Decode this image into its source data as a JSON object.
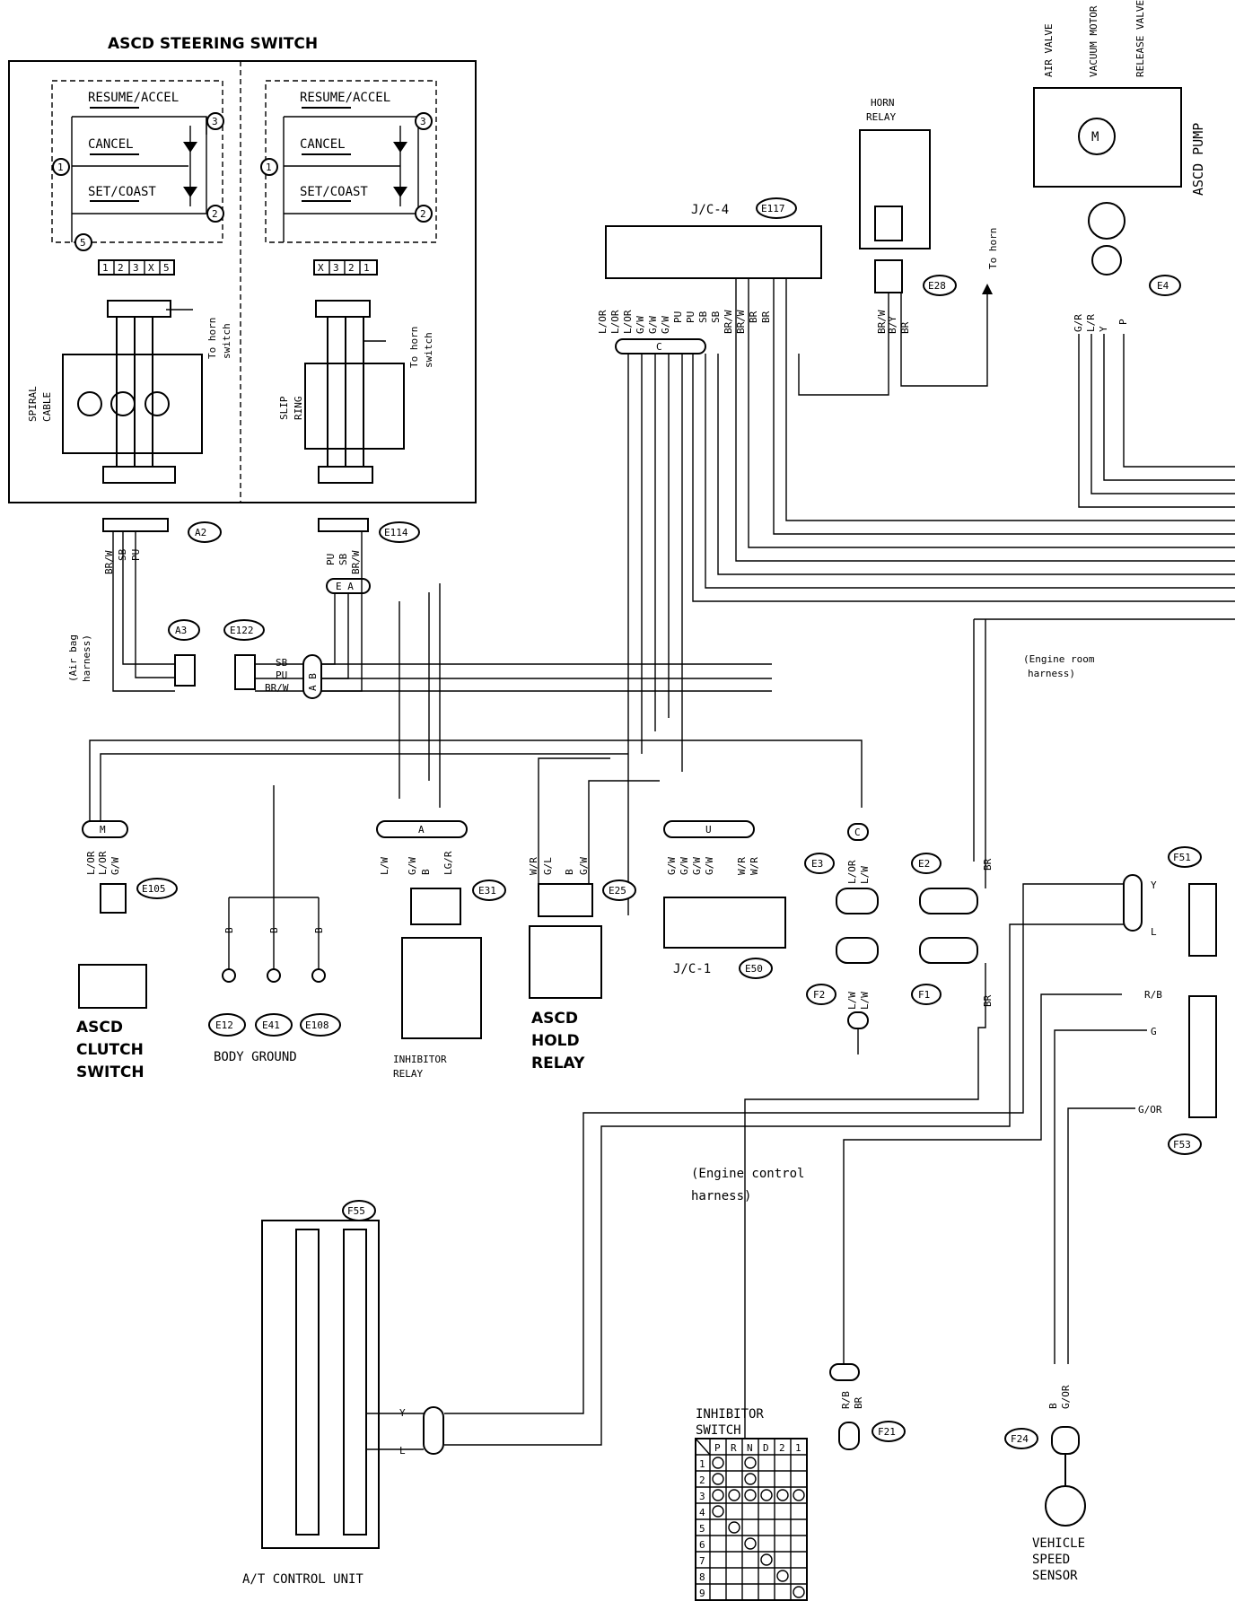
{
  "steering_switch": {
    "title": "ASCD STEERING SWITCH",
    "resume": "RESUME/ACCEL",
    "cancel": "CANCEL",
    "set": "SET/COAST",
    "to_horn_switch": [
      "To horn",
      "switch"
    ],
    "spiral_cable": [
      "SPIRAL",
      "CABLE"
    ],
    "slip_ring": [
      "SLIP",
      "RING"
    ],
    "pins_left": [
      "1",
      "2",
      "3",
      "X",
      "5"
    ],
    "pins_right": [
      "X",
      "3",
      "2",
      "1"
    ],
    "term_1": "1",
    "term_2": "2",
    "term_3": "3",
    "term_5": "5"
  },
  "connectors": {
    "a2": "A2",
    "a3": "A3",
    "e114": "E114",
    "e122": "E122",
    "e117": "E117",
    "e28": "E28",
    "e4": "E4",
    "e105": "E105",
    "e31": "E31",
    "e25": "E25",
    "e50": "E50",
    "e12": "E12",
    "e41": "E41",
    "e108": "E108",
    "e3": "E3",
    "e2": "E2",
    "f2": "F2",
    "f1": "F1",
    "f51": "F51",
    "f53": "F53",
    "f55": "F55",
    "f21": "F21",
    "f24": "F24"
  },
  "wire_colors": {
    "a2": [
      "BR/W",
      "SB",
      "PU"
    ],
    "e114": [
      "PU",
      "SB",
      "BR/W"
    ],
    "e122": [
      "SB",
      "PU",
      "BR/W"
    ],
    "jc4": [
      "L/OR",
      "L/OR",
      "L/OR",
      "G/W",
      "G/W",
      "G/W",
      "PU",
      "PU",
      "SB",
      "SB",
      "BR/W",
      "BR/W",
      "BR",
      "BR"
    ],
    "horn_relay": [
      "BR/W",
      "B/Y",
      "BR"
    ],
    "pump": [
      "G/R",
      "L/R",
      "Y",
      "P"
    ],
    "e105": [
      "L/OR",
      "L/OR",
      "G/W"
    ],
    "e31": [
      "L/W",
      "G/W",
      "B",
      "LG/R"
    ],
    "e25": [
      "W/R",
      "G/L",
      "B",
      "G/W"
    ],
    "jc1": [
      "G/W",
      "G/W",
      "G/W",
      "G/W",
      "W/R",
      "W/R"
    ],
    "e3": [
      "L/OR",
      "L/W"
    ],
    "f2": [
      "L/W",
      "L/W"
    ],
    "ground": [
      "B",
      "B",
      "B"
    ],
    "f51": [
      "Y",
      "L"
    ],
    "f53": [
      "R/B",
      "G",
      "G/OR"
    ],
    "f21": [
      "R/B",
      "BR"
    ],
    "f24": [
      "B",
      "G/OR"
    ],
    "f55": [
      "Y",
      "L"
    ],
    "br_a": "BR",
    "br_b": "BR"
  },
  "labels": {
    "jc4": "J/C-4",
    "jc1": "J/C-1",
    "horn_relay": [
      "HORN",
      "RELAY"
    ],
    "to_horn": "To horn",
    "pump_valves": [
      "AIR VALVE",
      "VACUUM MOTOR",
      "RELEASE VALVE"
    ],
    "ascd_pump": "ASCD PUMP",
    "air_bag_harness": [
      "(Air bag",
      "harness)"
    ],
    "engine_room_harness": [
      "(Engine room",
      "harness)"
    ],
    "engine_control_harness": [
      "(Engine control",
      "harness)"
    ],
    "clutch_switch": [
      "ASCD",
      "CLUTCH",
      "SWITCH"
    ],
    "body_ground": "BODY GROUND",
    "inhibitor_relay": [
      "INHIBITOR",
      "RELAY"
    ],
    "hold_relay": [
      "ASCD",
      "HOLD",
      "RELAY"
    ],
    "at_control_unit": "A/T CONTROL UNIT",
    "vehicle_speed_sensor": [
      "VEHICLE",
      "SPEED",
      "SENSOR"
    ],
    "inhibitor_switch": [
      "INHIBITOR",
      "SWITCH"
    ]
  },
  "junctions": {
    "m": "M",
    "a": "A",
    "u": "U",
    "c": "C",
    "ea": "E A",
    "ab": "A B"
  },
  "inhibitor_table": {
    "headers": [
      "P",
      "R",
      "N",
      "D",
      "2",
      "1"
    ],
    "rows": [
      "1",
      "2",
      "3",
      "4",
      "5",
      "6",
      "7",
      "8",
      "9"
    ],
    "dots": [
      [
        0,
        0
      ],
      [
        0,
        2
      ],
      [
        1,
        0
      ],
      [
        1,
        2
      ],
      [
        2,
        0
      ],
      [
        2,
        1
      ],
      [
        2,
        2
      ],
      [
        2,
        3
      ],
      [
        2,
        4
      ],
      [
        2,
        5
      ],
      [
        3,
        0
      ],
      [
        4,
        1
      ],
      [
        5,
        2
      ],
      [
        6,
        3
      ],
      [
        7,
        4
      ],
      [
        8,
        5
      ]
    ]
  }
}
